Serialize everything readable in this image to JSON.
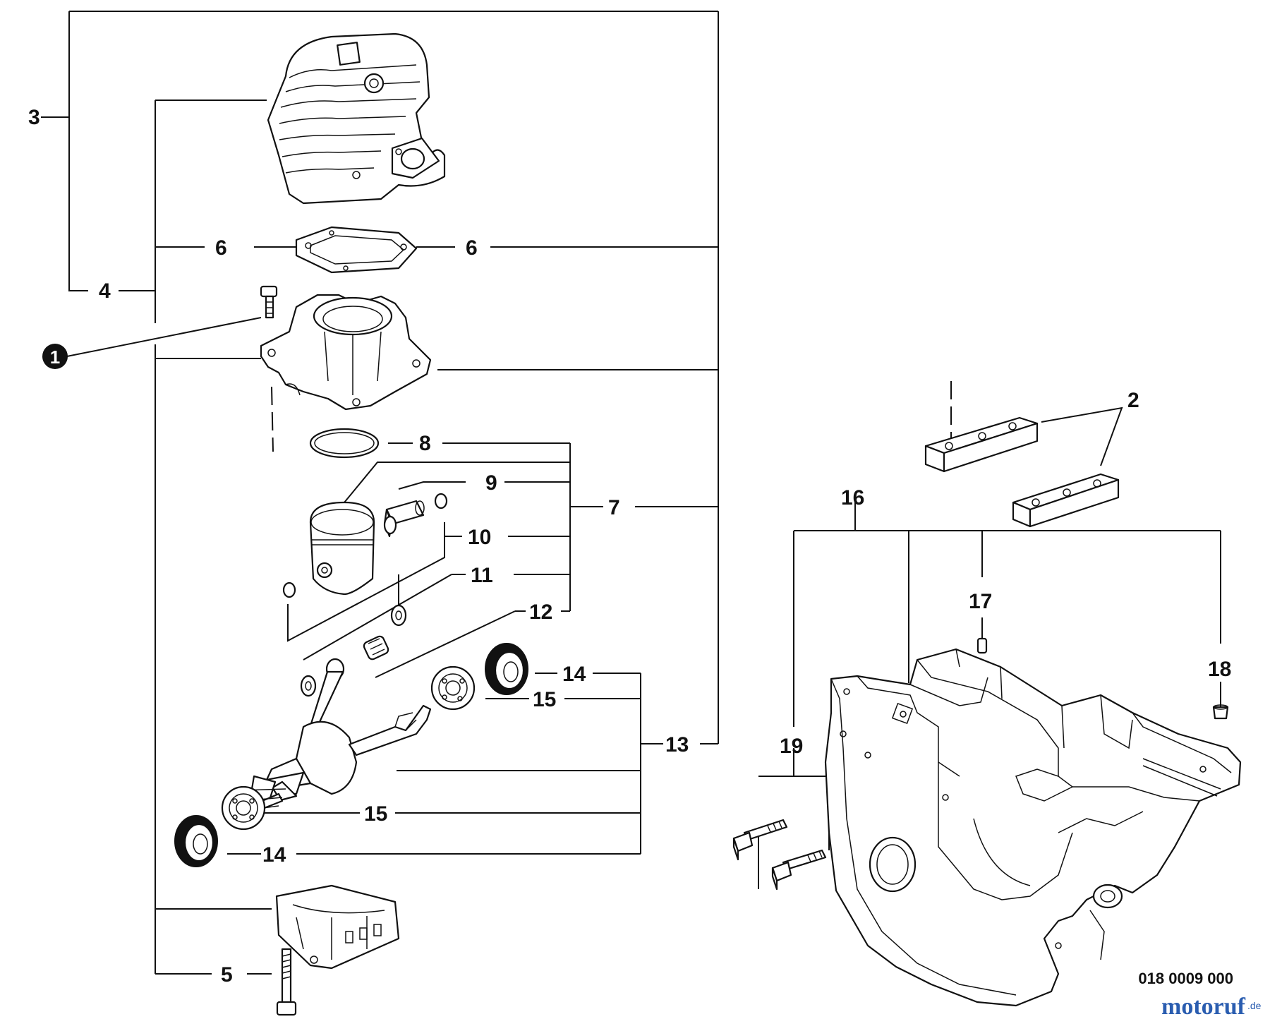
{
  "diagram": {
    "callouts": {
      "c1": "1",
      "c2": "2",
      "c3": "3",
      "c4": "4",
      "c5": "5",
      "c6a": "6",
      "c6b": "6",
      "c7": "7",
      "c8": "8",
      "c9": "9",
      "c10": "10",
      "c11": "11",
      "c12": "12",
      "c13": "13",
      "c14a": "14",
      "c14b": "14",
      "c15a": "15",
      "c15b": "15",
      "c16": "16",
      "c17": "17",
      "c18": "18",
      "c19": "19"
    },
    "drawing_code": "018 0009 000",
    "watermark": {
      "brand": "motoruf",
      "suffix": ".de"
    }
  }
}
